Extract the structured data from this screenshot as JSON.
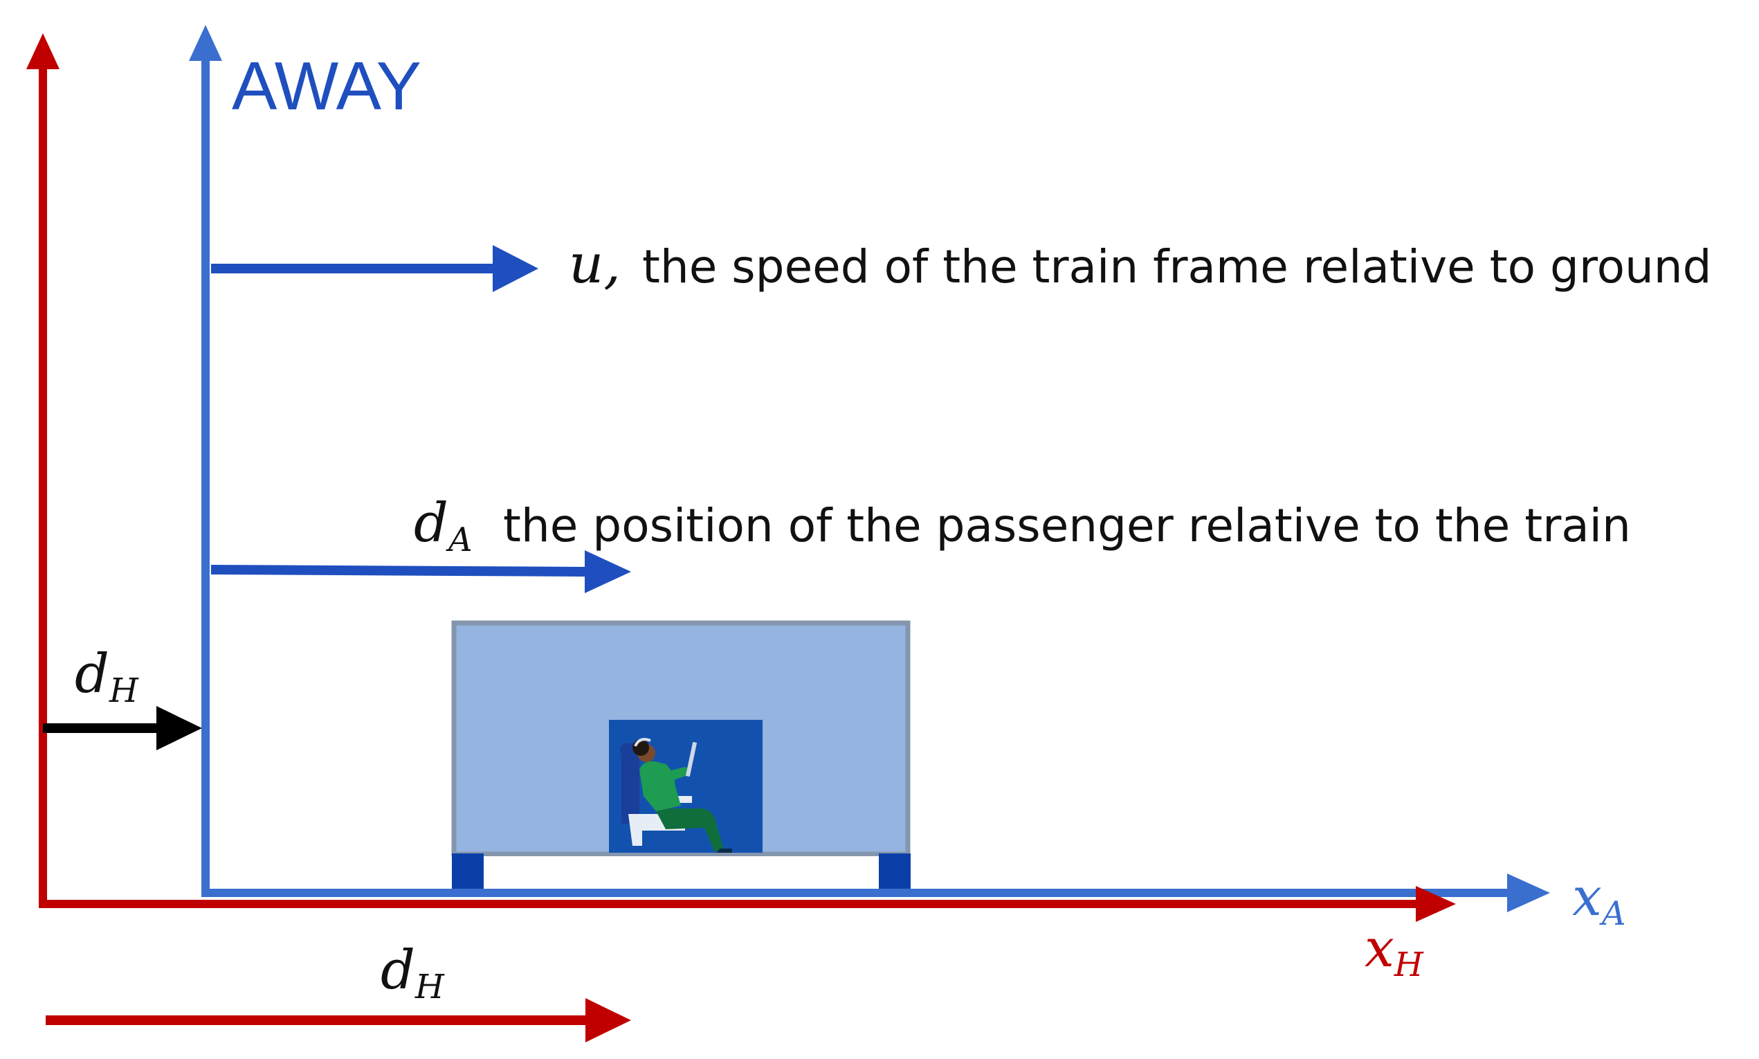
{
  "frame_title": "AWAY",
  "velocity": {
    "symbol": "u,",
    "description": "the speed of the train frame relative to ground"
  },
  "passenger_position": {
    "symbol": "d",
    "subscript": "A",
    "description": "the position of the passenger relative to the train"
  },
  "offset_label_upper": {
    "symbol": "d",
    "subscript": "H"
  },
  "offset_label_lower": {
    "symbol": "d",
    "subscript": "H"
  },
  "axis_away": {
    "symbol": "x",
    "subscript": "A"
  },
  "axis_home": {
    "symbol": "x",
    "subscript": "H"
  },
  "colors": {
    "home_frame": "#c00000",
    "away_frame": "#3a6fd0",
    "away_arrows": "#1f4fbf",
    "title_text": "#1f4fbf",
    "offset_arrow": "#000000",
    "train_body": "#95b4e0",
    "train_border": "#8496ae",
    "train_wheels": "#0b3fa8",
    "passenger_backdrop": "#1456b4"
  },
  "icons": {
    "passenger": "seated-passenger-with-tablet-icon"
  }
}
